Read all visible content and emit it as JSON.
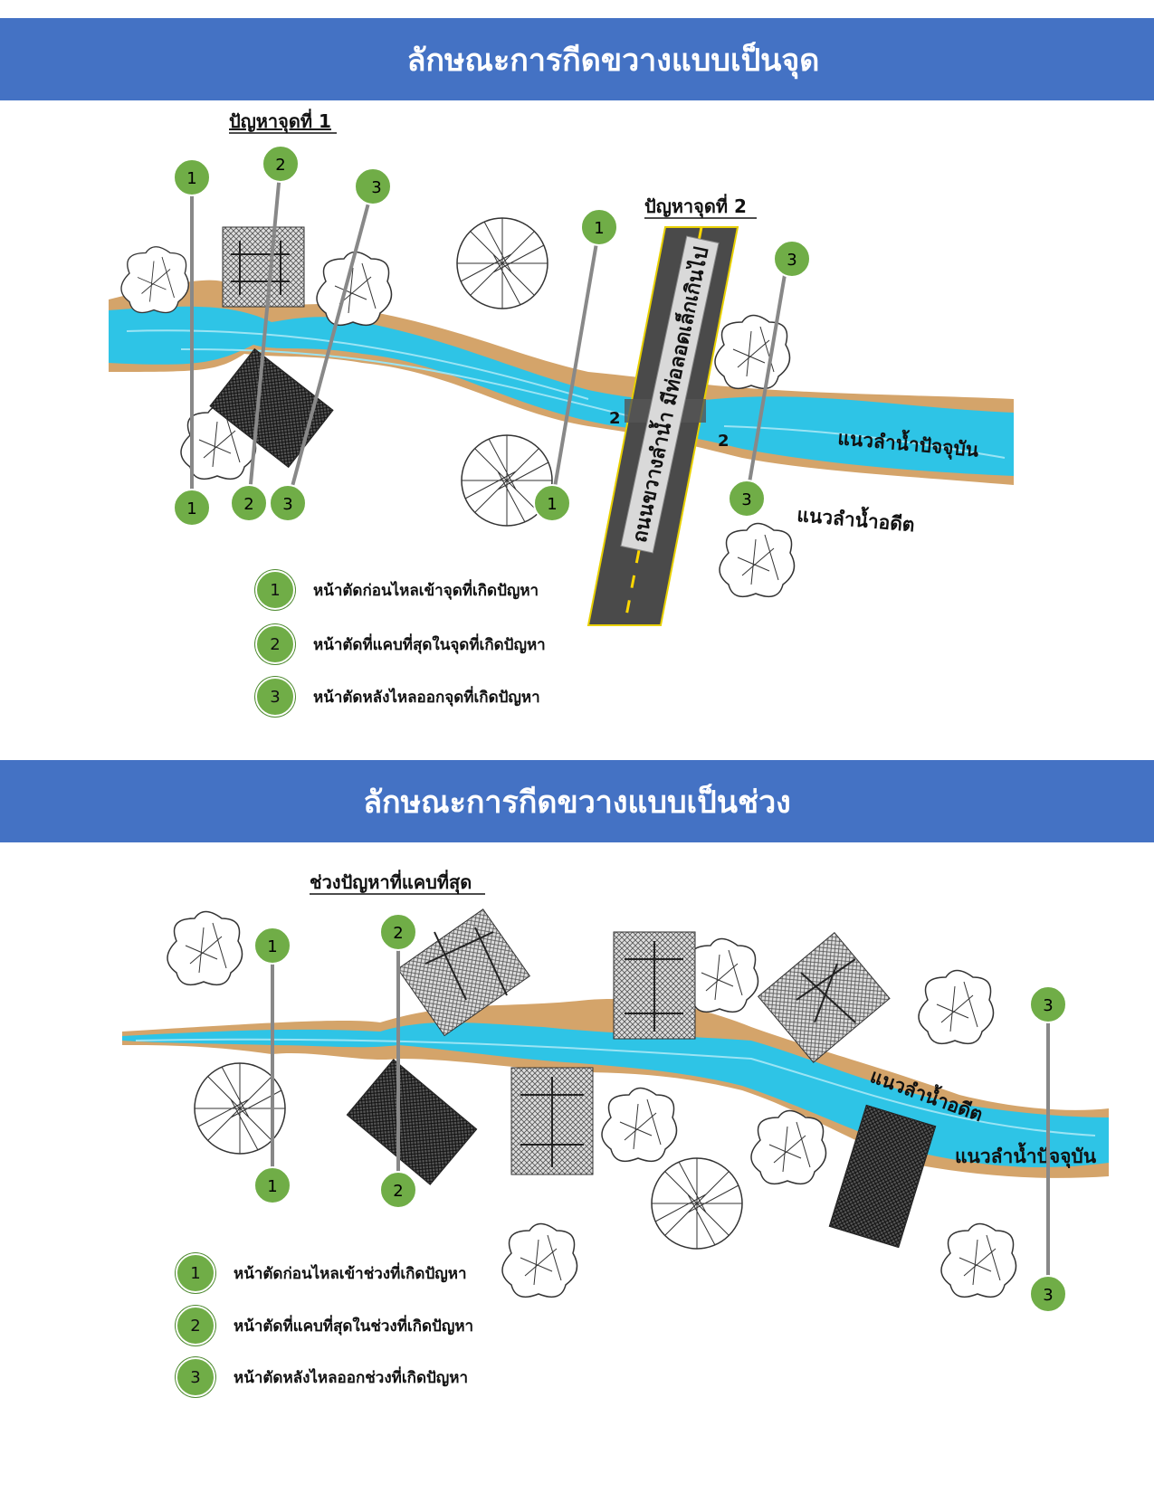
{
  "section1": {
    "banner": "ลักษณะการกีดขวางแบบเป็นจุด",
    "problem1_title": "ปัญหาจุดที่ 1",
    "problem2_title": "ปัญหาจุดที่ 2",
    "road_label": "ถนนขวางลำน้ำ มีท่อลอดเล็กเกินไป",
    "current_channel": "แนวลำน้ำปัจจุบัน",
    "past_channel": "แนวลำน้ำอดีต",
    "pipe_marks": [
      "2",
      "2"
    ],
    "markers": [
      "1",
      "2",
      "3"
    ],
    "legend": [
      {
        "num": "1",
        "text": "หน้าตัดก่อนไหลเข้าจุดที่เกิดปัญหา"
      },
      {
        "num": "2",
        "text": "หน้าตัดที่แคบที่สุดในจุดที่เกิดปัญหา"
      },
      {
        "num": "3",
        "text": "หน้าตัดหลังไหลออกจุดที่เกิดปัญหา"
      }
    ]
  },
  "section2": {
    "banner": "ลักษณะการกีดขวางแบบเป็นช่วง",
    "narrow_title": "ช่วงปัญหาที่แคบที่สุด",
    "past_channel": "แนวลำน้ำอดีต",
    "current_channel": "แนวลำน้ำปัจจุบัน",
    "markers": [
      "1",
      "2",
      "3"
    ],
    "legend": [
      {
        "num": "1",
        "text": "หน้าตัดก่อนไหลเข้าช่วงที่เกิดปัญหา"
      },
      {
        "num": "2",
        "text": "หน้าตัดที่แคบที่สุดในช่วงที่เกิดปัญหา"
      },
      {
        "num": "3",
        "text": "หน้าตัดหลังไหลออกช่วงที่เกิดปัญหา"
      }
    ]
  },
  "colors": {
    "banner": "#4472c4",
    "water": "#2ec4e6",
    "bank": "#d4a46a",
    "marker": "#70ad47",
    "road": "#4a4a4a"
  }
}
